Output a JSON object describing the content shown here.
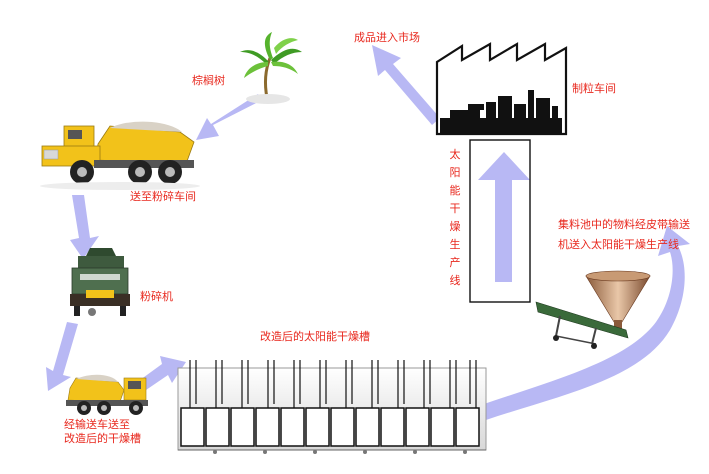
{
  "labels": {
    "finished_to_market": "成品进入市场",
    "granulation_workshop": "制粒车间",
    "palm_tree": "棕榈树",
    "to_crushing_workshop": "送至粉碎车间",
    "crusher": "粉碎机",
    "modified_trough_title": "改造后的太阳能干燥槽",
    "transport_truck_line1": "经输送车送至",
    "transport_truck_line2": "改造后的干燥槽",
    "collection_tank_line1": "集料池中的物料经皮带输送",
    "collection_tank_line2": "机送入太阳能干燥生产线",
    "solar_drying_line": "太阳能干燥生产线"
  },
  "colors": {
    "arrow": "#b8b8f4",
    "label": "#e8281e",
    "truck_yellow": "#f2c21a"
  },
  "icons": [
    "palm-tree-icon",
    "dump-truck-icon",
    "crusher-machine-icon",
    "factory-icon",
    "belt-conveyor-icon",
    "hopper-icon"
  ]
}
